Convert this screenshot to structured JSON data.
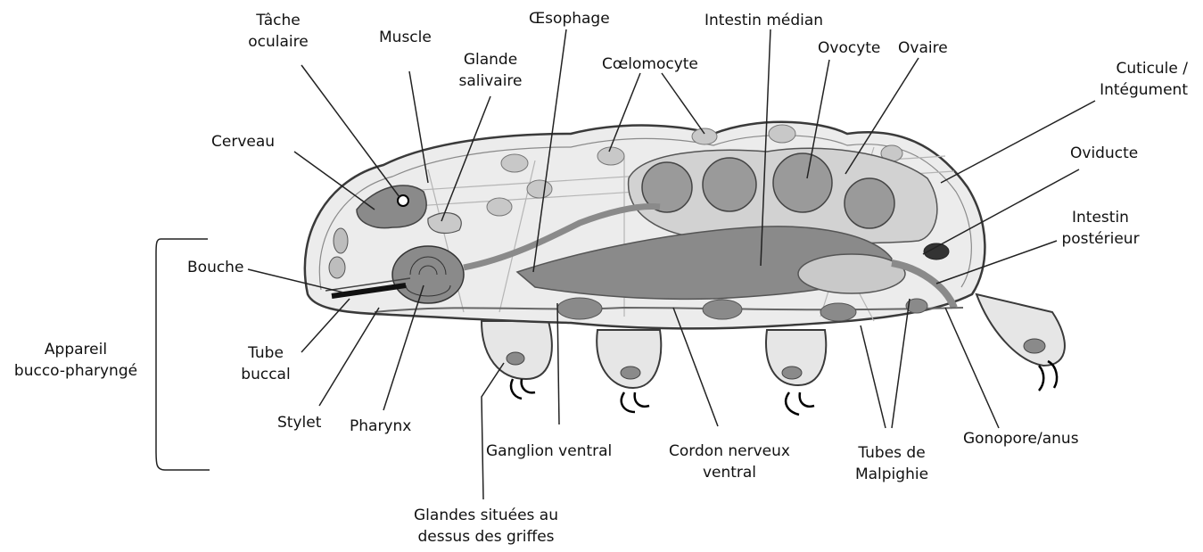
{
  "labels": {
    "tache_oculaire": [
      "Tâche",
      "oculaire"
    ],
    "muscle": "Muscle",
    "glande_salivaire": [
      "Glande",
      "salivaire"
    ],
    "oesophage": "Œsophage",
    "coelomocyte": "Cœlomocyte",
    "intestin_median": "Intestin médian",
    "ovocyte": "Ovocyte",
    "ovaire": "Ovaire",
    "cuticule": [
      "Cuticule /",
      "Intégument"
    ],
    "cerveau": "Cerveau",
    "oviducte": "Oviducte",
    "intestin_posterieur": [
      "Intestin",
      "postérieur"
    ],
    "bouche": "Bouche",
    "appareil": [
      "Appareil",
      "bucco-pharyngé"
    ],
    "tube_buccal": [
      "Tube",
      "buccal"
    ],
    "stylet": "Stylet",
    "pharynx": "Pharynx",
    "ganglion_ventral": "Ganglion ventral",
    "cordon_nerveux": [
      "Cordon nerveux",
      "ventral"
    ],
    "tubes_malpighie": [
      "Tubes de",
      "Malpighie"
    ],
    "gonopore": "Gonopore/anus",
    "glandes_griffes": [
      "Glandes situées au",
      "dessus des griffes"
    ]
  },
  "colors": {
    "body_fill": "#ececec",
    "outline": "#3a3a3a",
    "gut_dark": "#8a8a8a",
    "gut_light": "#c9c9c9",
    "ovary": "#d2d2d2",
    "ovocyte": "#9a9a9a"
  }
}
